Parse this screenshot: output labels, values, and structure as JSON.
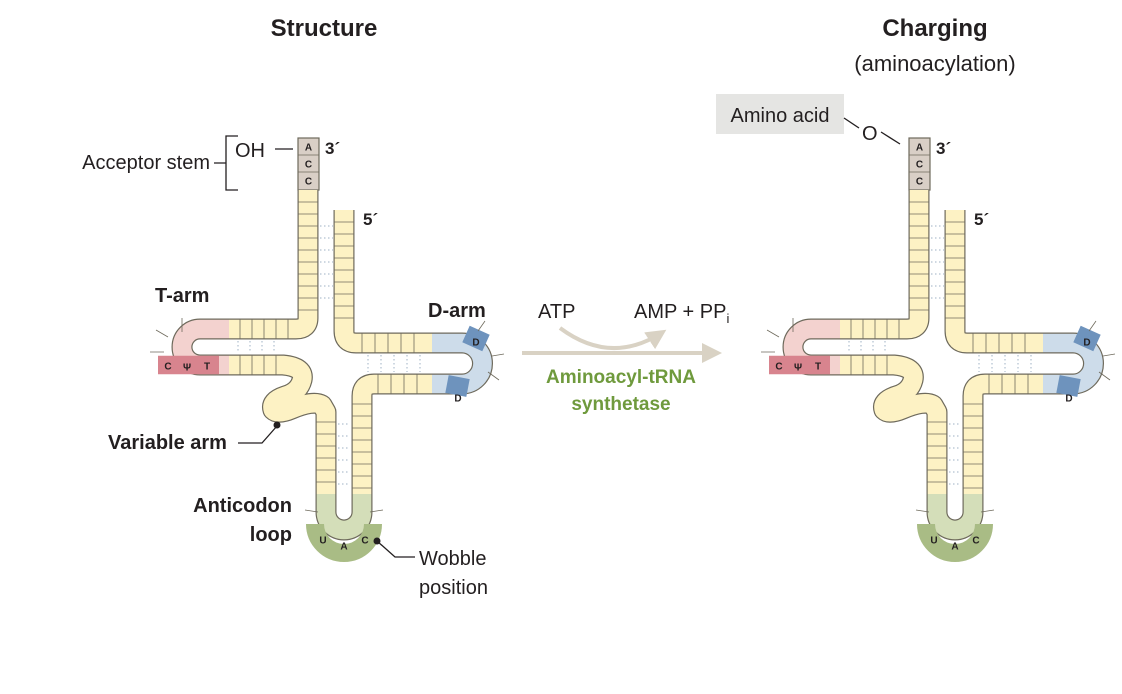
{
  "left": {
    "title": "Structure",
    "labels": {
      "acceptor_stem": "Acceptor stem",
      "oh": "OH",
      "three_prime": "3´",
      "five_prime": "5´",
      "t_arm": "T-arm",
      "d_arm": "D-arm",
      "variable_arm": "Variable arm",
      "anticodon_loop_line1": "Anticodon",
      "anticodon_loop_line2": "loop",
      "wobble_line1": "Wobble",
      "wobble_line2": "position"
    },
    "acceptor_bases": [
      "A",
      "C",
      "C"
    ],
    "t_loop_bases": [
      "C",
      "Ψ",
      "T"
    ],
    "d_loop_bases": [
      "D",
      "D"
    ],
    "anticodon_bases": [
      "U",
      "A",
      "C"
    ]
  },
  "reaction": {
    "reactant": "ATP",
    "product": "AMP + PP",
    "product_subscript": "i",
    "enzyme_line1": "Aminoacyl-tRNA",
    "enzyme_line2": "synthetase"
  },
  "right": {
    "title": "Charging",
    "subtitle": "(aminoacylation)",
    "labels": {
      "amino_acid": "Amino acid",
      "o": "O",
      "three_prime": "3´",
      "five_prime": "5´"
    },
    "acceptor_bases": [
      "A",
      "C",
      "C"
    ],
    "t_loop_bases": [
      "C",
      "Ψ",
      "T"
    ],
    "d_loop_bases": [
      "D",
      "D"
    ],
    "anticodon_bases": [
      "U",
      "A",
      "C"
    ]
  },
  "colors": {
    "stem": "#fdf2c4",
    "outline": "#6e6a5c",
    "acceptor_cap": "#d9cfc6",
    "t_loop": "#f3d2cf",
    "t_loop_accent": "#d8848e",
    "d_loop": "#cddcea",
    "d_loop_accent": "#6e93bd",
    "anticodon_loop": "#d4deb9",
    "anticodon_accent": "#a9bc85",
    "enzyme_text": "#6f9a3d",
    "reaction_arrow": "#d9d2c4",
    "amino_acid_box": "#e5e5e3"
  }
}
